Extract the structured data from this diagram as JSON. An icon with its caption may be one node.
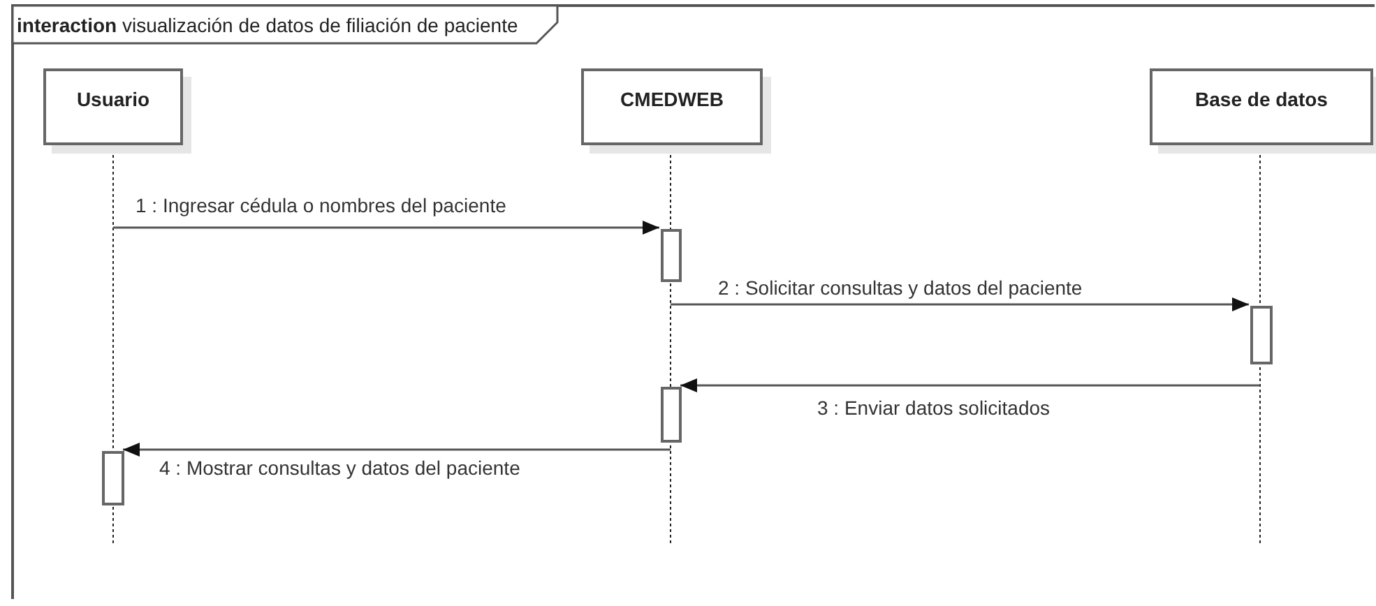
{
  "diagram": {
    "nodes": [
      {
        "text": [
          "**interaction** visualización de datos de filiación de paciente"
        ]
      },
      {
        "text": [
          "Usuario"
        ],
        "in": 0
      },
      {
        "text": [
          "CMEDWEB"
        ],
        "in": 0
      },
      {
        "text": [
          "Base de datos"
        ],
        "in": 0
      },
      {
        "text": [],
        "shape": "bar",
        "in": 0
      },
      {
        "text": [],
        "shape": "bar",
        "in": 0
      },
      {
        "text": [],
        "shape": "bar",
        "in": 0
      },
      {
        "text": [],
        "shape": "bar",
        "in": 0
      }
    ],
    "edges": [
      {
        "from": 1,
        "to": 4,
        "arrow": "to",
        "label": "1 : Ingresar cédula o nombres del paciente"
      },
      {
        "from": 4,
        "to": 5,
        "arrow": "to",
        "label": "2 : Solicitar consultas y datos del paciente"
      },
      {
        "from": 5,
        "to": 6,
        "arrow": "to",
        "label": "3 : Enviar datos solicitados"
      },
      {
        "from": 6,
        "to": 7,
        "arrow": "to",
        "label": "4 : Mostrar consultas y datos del paciente"
      }
    ]
  }
}
